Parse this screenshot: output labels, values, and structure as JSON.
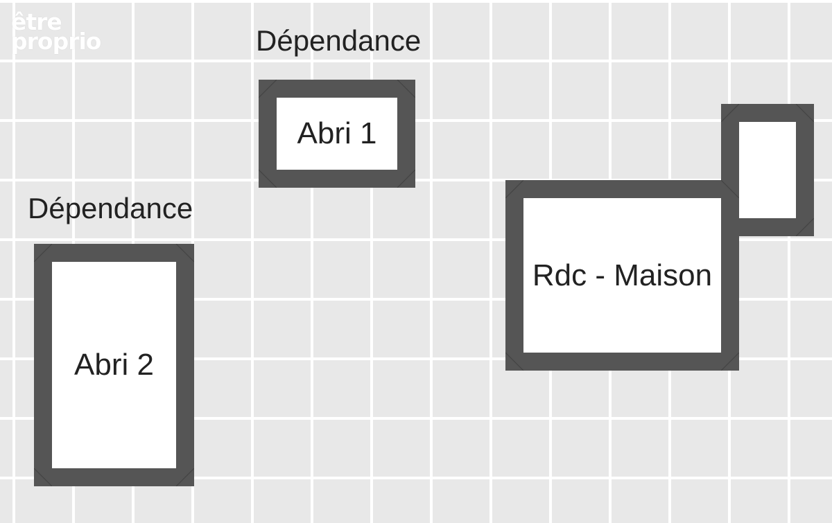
{
  "logo": {
    "line1": "être",
    "line2": "proprio"
  },
  "captions": {
    "dependance_top": "Dépendance",
    "dependance_left": "Dépendance"
  },
  "rooms": {
    "abri1": "Abri 1",
    "abri2": "Abri 2",
    "maison": "Rdc - Maison",
    "annex": ""
  },
  "colors": {
    "wall": "#555555",
    "floor": "#ffffff",
    "grid_background": "#e8e8e8",
    "grid_lines": "#ffffff"
  }
}
